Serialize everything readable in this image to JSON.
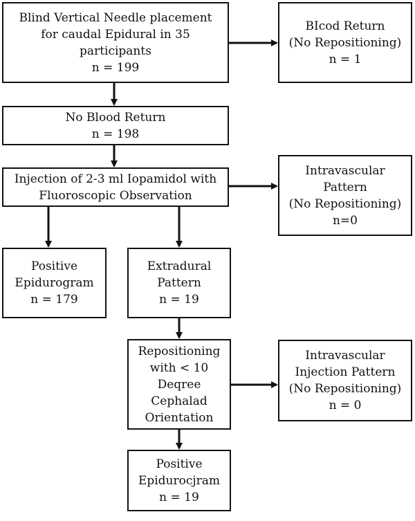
{
  "boxes": {
    "start": {
      "lines": [
        "Blind Vertical Needle placement",
        "for caudal Epidural in 35",
        "participants",
        "n = 199"
      ]
    },
    "blood_return": {
      "lines": [
        "BIcod Return",
        "(No Repositioning)",
        "n = 1"
      ]
    },
    "no_blood_return": {
      "lines": [
        "No Blood Return",
        "n = 198"
      ]
    },
    "injection": {
      "lines": [
        "Injection of 2-3 ml Iopamidol with",
        "Fluoroscopic Observation"
      ]
    },
    "intravascular_1": {
      "lines": [
        "Intravascular",
        "Pattern",
        "(No Repositioning)",
        "n=0"
      ]
    },
    "positive_1": {
      "lines": [
        "Positive",
        "Epidurogram",
        "n = 179"
      ]
    },
    "extradural": {
      "lines": [
        "Extradural",
        "Pattern",
        "n = 19"
      ]
    },
    "repositioning": {
      "lines": [
        "Repositioning",
        "with < 10",
        "Deqree",
        "Cephalad",
        "Orientation"
      ]
    },
    "intravascular_2": {
      "lines": [
        "Intravascular",
        "Injection Pattern",
        "(No Repositioning)",
        "n = 0"
      ]
    },
    "positive_2": {
      "lines": [
        "Positive",
        "Epidurocjram",
        "n = 19"
      ]
    }
  }
}
